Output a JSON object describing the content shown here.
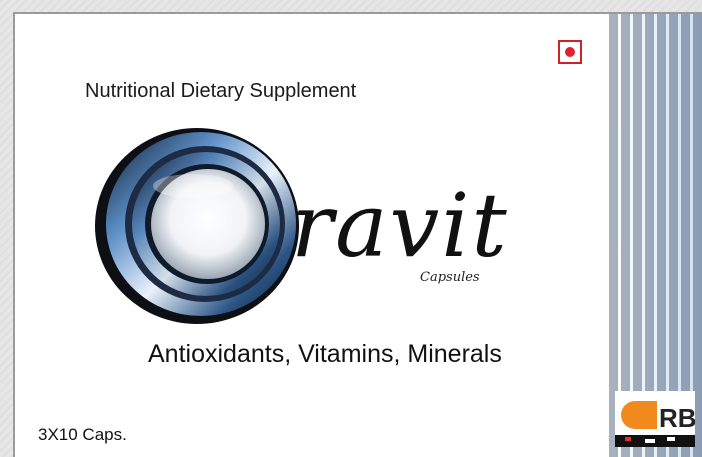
{
  "subtitle": "Nutritional Dietary Supplement",
  "brand": "ravit",
  "dosage_form": "Capsules",
  "contents": "Antioxidants, Vitamins, Minerals",
  "pack_size": "3X10 Caps.",
  "veg_mark": "vegetarian-mark-icon",
  "manufacturer_logo_text": "RB",
  "colors": {
    "veg_mark": "#d0202a",
    "stripes": "#a9b3be",
    "ring_blue": "#3d6fa8",
    "logo_orange": "#f08a1c"
  }
}
